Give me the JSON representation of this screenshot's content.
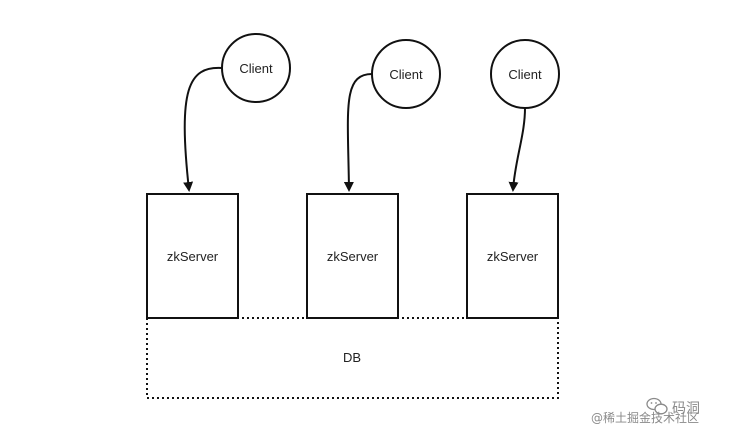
{
  "diagram": {
    "clients": [
      {
        "label": "Client"
      },
      {
        "label": "Client"
      },
      {
        "label": "Client"
      }
    ],
    "servers": [
      {
        "label": "zkServer"
      },
      {
        "label": "zkServer"
      },
      {
        "label": "zkServer"
      }
    ],
    "database": {
      "label": "DB"
    },
    "colors": {
      "stroke": "#111111",
      "text": "#222222",
      "watermark": "#8a8a8a",
      "background": "#ffffff"
    }
  },
  "watermark": {
    "line1": "码洞",
    "line2": "@稀土掘金技术社区",
    "icon": "wechat-icon"
  }
}
